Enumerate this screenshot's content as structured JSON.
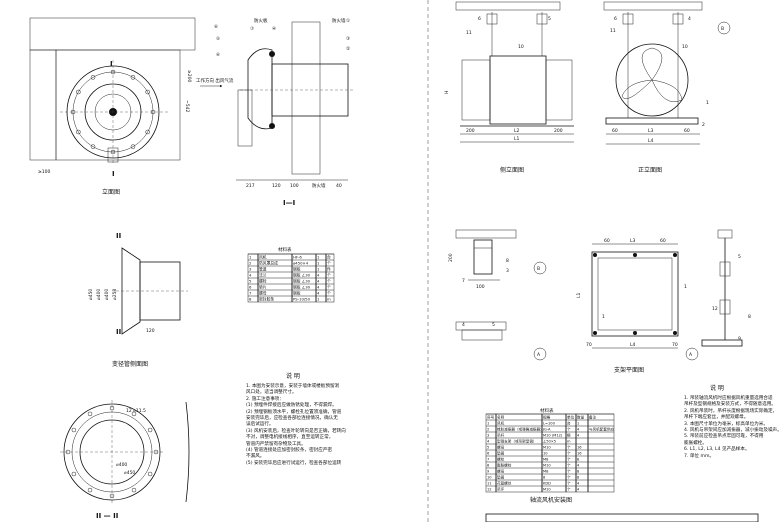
{
  "left_sheet": {
    "front_view_title": "立面图",
    "section_title": "I—I",
    "reducer_title": "变径管侧面图",
    "section2_title": "II — II",
    "notes_title": "说  明",
    "label_I": "I",
    "label_II": "II",
    "dims": {
      "d100": "≥100",
      "d200": "≥200",
      "dphi": "~542",
      "d217": "217",
      "d120": "120",
      "d100b": "100",
      "d120b": "120",
      "dim_holes": "12 ⌀11.5",
      "d_phi400": "⌀400",
      "d_phi450": "⌀450",
      "wall_label": "防火墙",
      "wall_label2": "防火墙",
      "plate_label": "防火板",
      "dim40": "40",
      "v1": "⌀450",
      "v2": "⌀400",
      "v3": "⌀400",
      "v4": "⌀258"
    },
    "side_callouts": [
      "⑥",
      "⑤",
      "⑦",
      "④",
      "①",
      "⑥",
      "③",
      "②"
    ],
    "note_arrow": "工作方向\n出风气流",
    "table": {
      "title": "材料表",
      "rows": [
        [
          "1",
          "风机",
          "HF-6",
          "1",
          "台"
        ],
        [
          "2",
          "防风罩总成",
          "⌀450×4",
          "1",
          "个"
        ],
        [
          "3",
          "管道",
          "钢板",
          "1",
          "件"
        ],
        [
          "4",
          "法兰",
          "钢板 ∠30",
          "4",
          "个"
        ],
        [
          "5",
          "螺栓",
          "钢板 ∠30",
          "4",
          "个"
        ],
        [
          "6",
          "垫片",
          "钢板 ∠30",
          "4",
          "个"
        ],
        [
          "7",
          "螺母",
          "钢板",
          "4",
          "个"
        ],
        [
          "8",
          "密封胶条",
          "PS-10/50",
          "1",
          "m"
        ]
      ]
    },
    "notes": [
      "1. 本图为安装示意，安装于墙体或楼板预留洞",
      "   风口处，适当调整尺寸。",
      "2. 施工注意事项：",
      "  (1) 预埋件焊接后应做防锈处理，不得漏焊。",
      "  (2) 预埋钢板须水平，螺栓孔位置须准确，管道",
      "      安装完毕后，应检查各部位连接情况，确认无",
      "      误后试运行。",
      "  (3) 风机安装后，检查叶轮转向是否正确，若转向",
      "      不对，调整电机接线相序，直至运转正常，",
      "      管道内严禁留有杂物及工具。",
      "  (4) 管道连接处应加密封胶条，密封应严密",
      "      不漏风。",
      "  (5) 安装完毕后应进行试运行，检查各部位运转"
    ]
  },
  "right_sheet": {
    "side_view_title": "侧立面图",
    "front_view_title": "正立面图",
    "plan_title": "支架平面图",
    "install_title": "轴流风机安装图",
    "notes_title": "说  明",
    "circle_A": "A",
    "circle_B": "B",
    "dims": {
      "d200a": "200",
      "L2": "L2",
      "d200b": "200",
      "L1": "L1",
      "d60a": "60",
      "L3": "L3",
      "d60b": "60",
      "L4": "L4",
      "d200c": "200",
      "d100": "100",
      "d60c": "60",
      "L3b": "L3",
      "d60d": "60",
      "d70a": "70",
      "L4b": "L4",
      "d70b": "70",
      "L1b": "L1",
      "h1": "H"
    },
    "callouts": [
      "6",
      "5",
      "11",
      "10",
      "11",
      "6",
      "4",
      "10",
      "1",
      "2",
      "7",
      "8",
      "3",
      "1",
      "5",
      "12",
      "9",
      "1",
      "4",
      "5"
    ],
    "table": {
      "title": "材料表",
      "header": [
        "序号",
        "名称",
        "规格",
        "单位",
        "数量",
        "备注"
      ],
      "rows": [
        [
          "1",
          "风机",
          "L=100",
          "台",
          "1",
          ""
        ],
        [
          "2",
          "橡胶减振器（或弹簧减振器）",
          "JG-A",
          "个",
          "4",
          "与风机配套供应"
        ],
        [
          "3",
          "吊杆",
          "M10 (M12)",
          "根",
          "4",
          ""
        ],
        [
          "4",
          "型钢支架（或吊架型钢）",
          "∠50×5",
          "m",
          "",
          ""
        ],
        [
          "5",
          "螺母",
          "M10",
          "个",
          "16",
          ""
        ],
        [
          "6",
          "垫圈",
          "10",
          "个",
          "16",
          ""
        ],
        [
          "7",
          "螺栓",
          "M8",
          "个",
          "8",
          ""
        ],
        [
          "8",
          "膨胀螺栓",
          "M10",
          "个",
          "4",
          ""
        ],
        [
          "9",
          "螺母",
          "M8",
          "个",
          "8",
          ""
        ],
        [
          "10",
          "垫圈",
          "8",
          "个",
          "8",
          ""
        ],
        [
          "11",
          "花篮螺丝",
          "KDD",
          "个",
          "4",
          ""
        ],
        [
          "12",
          "吊环",
          "M10",
          "个",
          "4",
          ""
        ]
      ]
    },
    "notes": [
      "1. 吊装轴流风机时应根据风机重量选用合适",
      "   吊杆及型钢规格及安装方式，不得随意选用。",
      "2. 风机吊装时，吊杆长度根据现场实际确定，",
      "   吊杆下端应套丝，并配双螺母。",
      "3. 本图尺寸单位为毫米，标高单位为米。",
      "4. 风机与吊架间应加减振器，减小振动及噪声。",
      "5. 吊装前应检查吊点牢固可靠，不得用",
      "   膨胀螺栓。",
      "6. L1, L2, L3, L4 见产品样本。",
      "7. 单位 mm。"
    ],
    "corner_mark": "8"
  }
}
